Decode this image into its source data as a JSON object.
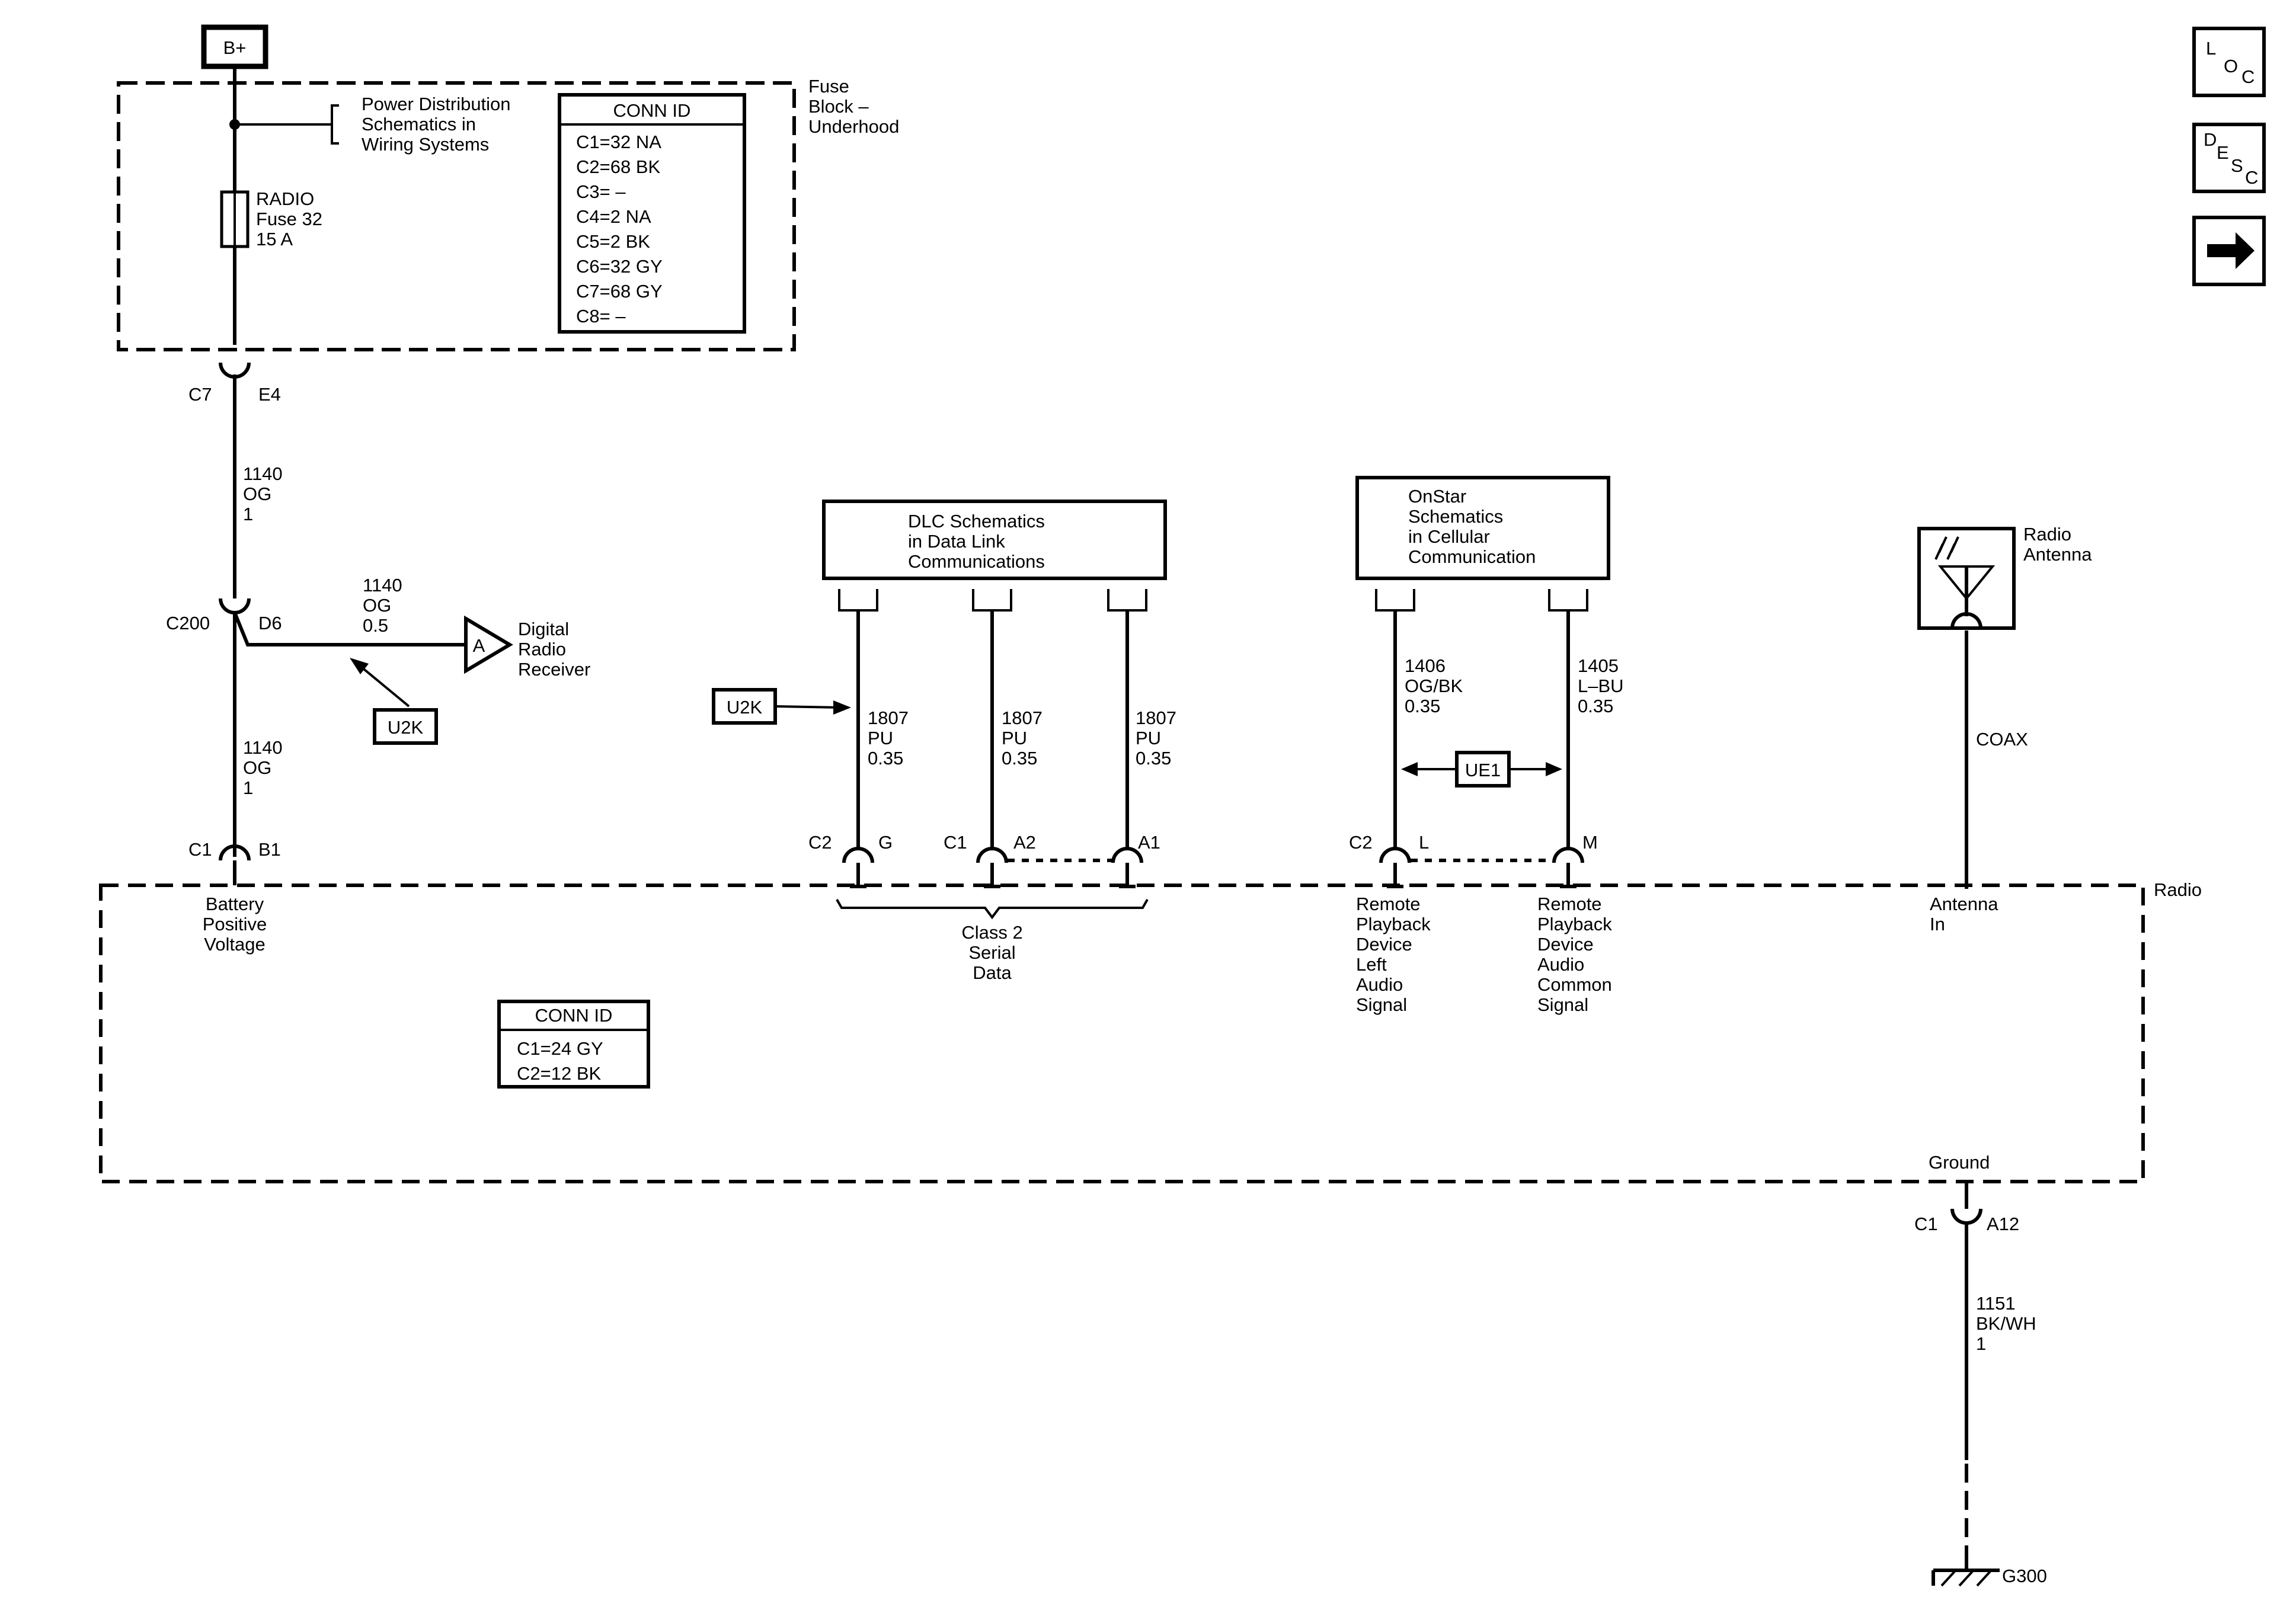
{
  "battery_label": "B+",
  "nav_icons": [
    {
      "name": "loc-icon",
      "letters": [
        "L",
        "O",
        "C"
      ]
    },
    {
      "name": "desc-icon",
      "letters": [
        "D",
        "E",
        "S",
        "C"
      ]
    },
    {
      "name": "next-arrow-icon",
      "letters": []
    }
  ],
  "fuse_block": {
    "title_lines": [
      "Fuse",
      "Block –",
      "Underhood"
    ],
    "power_dist_ref": [
      "Power Distribution",
      "Schematics in",
      "Wiring Systems"
    ],
    "fuse_label": [
      "RADIO",
      "Fuse 32",
      "15 A"
    ],
    "conn_id": {
      "title": "CONN ID",
      "rows": [
        "C1=32 NA",
        "C2=68 BK",
        "C3= –",
        "C4=2 NA",
        "C5=2 BK",
        "C6=32 GY",
        "C7=68 GY",
        "C8= –"
      ]
    },
    "connector": {
      "id": "C7",
      "pin": "E4"
    }
  },
  "wires": {
    "w1140_top": [
      "1140",
      "OG",
      "1"
    ],
    "w1140_branch": [
      "1140",
      "OG",
      "0.5"
    ],
    "w1140_bottom": [
      "1140",
      "OG",
      "1"
    ],
    "w1807_g": [
      "1807",
      "PU",
      "0.35"
    ],
    "w1807_a2": [
      "1807",
      "PU",
      "0.35"
    ],
    "w1807_a1": [
      "1807",
      "PU",
      "0.35"
    ],
    "w1406": [
      "1406",
      "OG/BK",
      "0.35"
    ],
    "w1405": [
      "1405",
      "L–BU",
      "0.35"
    ],
    "coax": "COAX",
    "w1151": [
      "1151",
      "BK/WH",
      "1"
    ]
  },
  "splice_c200": {
    "id": "C200",
    "pin": "D6"
  },
  "digital_radio": {
    "marker": "A",
    "label_lines": [
      "Digital",
      "Radio",
      "Receiver"
    ]
  },
  "options": {
    "u2k": "U2K",
    "ue1": "UE1"
  },
  "dlc_ref": [
    "DLC Schematics",
    "in Data Link",
    "Communications"
  ],
  "onstar_ref": [
    "OnStar",
    "Schematics",
    "in Cellular",
    "Communication"
  ],
  "antenna_label": [
    "Radio",
    "Antenna"
  ],
  "radio": {
    "title": "Radio",
    "conn_id": {
      "title": "CONN ID",
      "rows": [
        "C1=24 GY",
        "C2=12 BK"
      ]
    },
    "pins": {
      "c1_b1": {
        "conn": "C1",
        "pin": "B1"
      },
      "c2_g": {
        "conn": "C2",
        "pin": "G"
      },
      "c1_a2": {
        "conn": "C1",
        "pin": "A2"
      },
      "a1": {
        "pin": "A1"
      },
      "c2_l": {
        "conn": "C2",
        "pin": "L"
      },
      "m": {
        "pin": "M"
      },
      "ground": {
        "conn": "C1",
        "pin": "A12"
      }
    },
    "labels": {
      "battery": [
        "Battery",
        "Positive",
        "Voltage"
      ],
      "class2": [
        "Class 2",
        "Serial",
        "Data"
      ],
      "rpd_left": [
        "Remote",
        "Playback",
        "Device",
        "Left",
        "Audio",
        "Signal"
      ],
      "rpd_common": [
        "Remote",
        "Playback",
        "Device",
        "Audio",
        "Common",
        "Signal"
      ],
      "antenna_in": [
        "Antenna",
        "In"
      ],
      "ground": "Ground"
    }
  },
  "ground_id": "G300"
}
